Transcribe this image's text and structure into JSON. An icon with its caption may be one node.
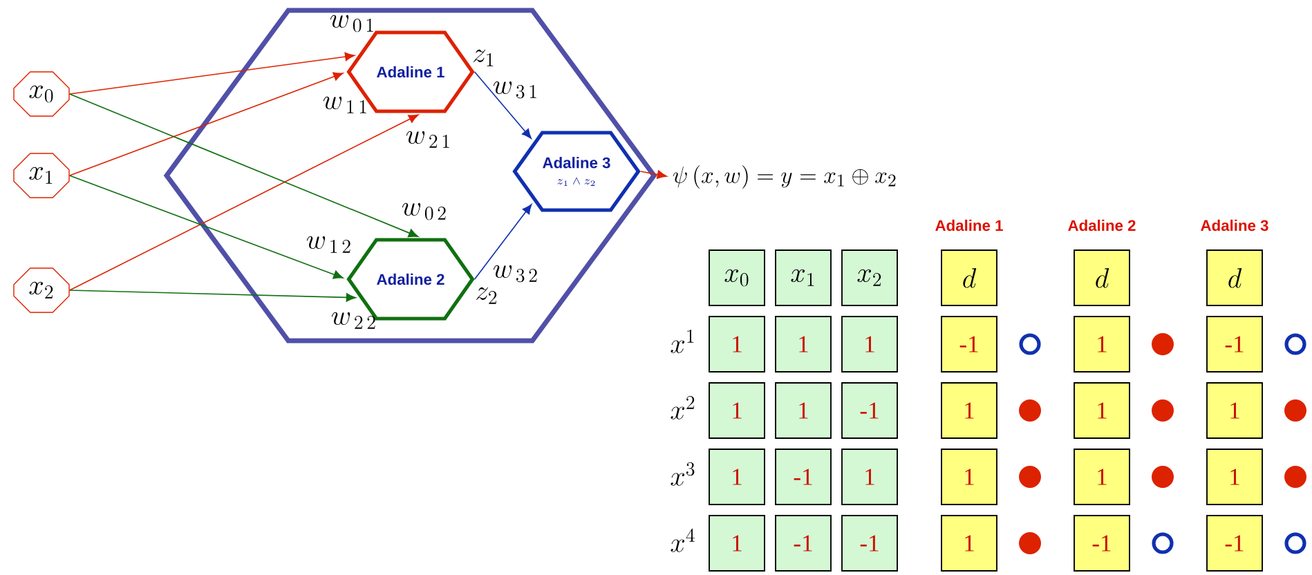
{
  "diagram": {
    "nodes": [
      {
        "text": [],
        "shape": "hexagon"
      },
      {
        "text": [
          "x_0"
        ]
      },
      {
        "text": [
          "x_1"
        ]
      },
      {
        "text": [
          "x_2"
        ]
      },
      {
        "text": [
          "Adaline 1"
        ],
        "in": 0,
        "beside": [
          "z_1"
        ]
      },
      {
        "text": [
          "Adaline 2"
        ],
        "in": 0,
        "beside": [
          "z_2"
        ]
      },
      {
        "text": [
          "Adaline 3",
          "z_1 \\wedge z_2"
        ],
        "in": 0
      },
      {
        "text": [
          "\\psi\\left(x,w\\right) = y = x_1 \\oplus x_2"
        ]
      }
    ],
    "edges": [
      {
        "from": 1,
        "to": 4,
        "arrow": "to",
        "label": "w_{\\,0\\,1}",
        "color": "#dd2200"
      },
      {
        "from": 2,
        "to": 4,
        "arrow": "to",
        "label": "w_{\\,1\\,1}",
        "color": "#dd2200"
      },
      {
        "from": 3,
        "to": 4,
        "arrow": "to",
        "label": "w_{\\,2\\,1}",
        "color": "#dd2200"
      },
      {
        "from": 1,
        "to": 5,
        "arrow": "to",
        "label": "w_{\\,0\\,2}",
        "color": "#107010"
      },
      {
        "from": 2,
        "to": 5,
        "arrow": "to",
        "label": "w_{\\,1\\,2}",
        "color": "#107010"
      },
      {
        "from": 3,
        "to": 5,
        "arrow": "to",
        "label": "w_{\\,2\\,2}",
        "color": "#107010"
      },
      {
        "from": 4,
        "to": 6,
        "arrow": "to",
        "label": "w_{\\,3\\,1}",
        "color": "#1030b0"
      },
      {
        "from": 5,
        "to": 6,
        "arrow": "to",
        "label": "w_{\\,3\\,2}",
        "color": "#1030b0"
      },
      {
        "from": 6,
        "to": 7,
        "arrow": "to",
        "color": "#dd2200"
      }
    ],
    "labels": [
      "Adaline 1",
      "Adaline 2",
      "Adaline 3",
      "x_0",
      "x_1",
      "x_2",
      "d",
      "d",
      "d",
      "x^1",
      "1",
      "1",
      "1",
      "-1",
      "1",
      "-1",
      "x^2",
      "1",
      "1",
      "-1",
      "1",
      "1",
      "1",
      "x^3",
      "1",
      "-1",
      "1",
      "1",
      "1",
      "1",
      "x^4",
      "1",
      "-1",
      "-1",
      "1",
      "-1",
      "-1"
    ]
  }
}
